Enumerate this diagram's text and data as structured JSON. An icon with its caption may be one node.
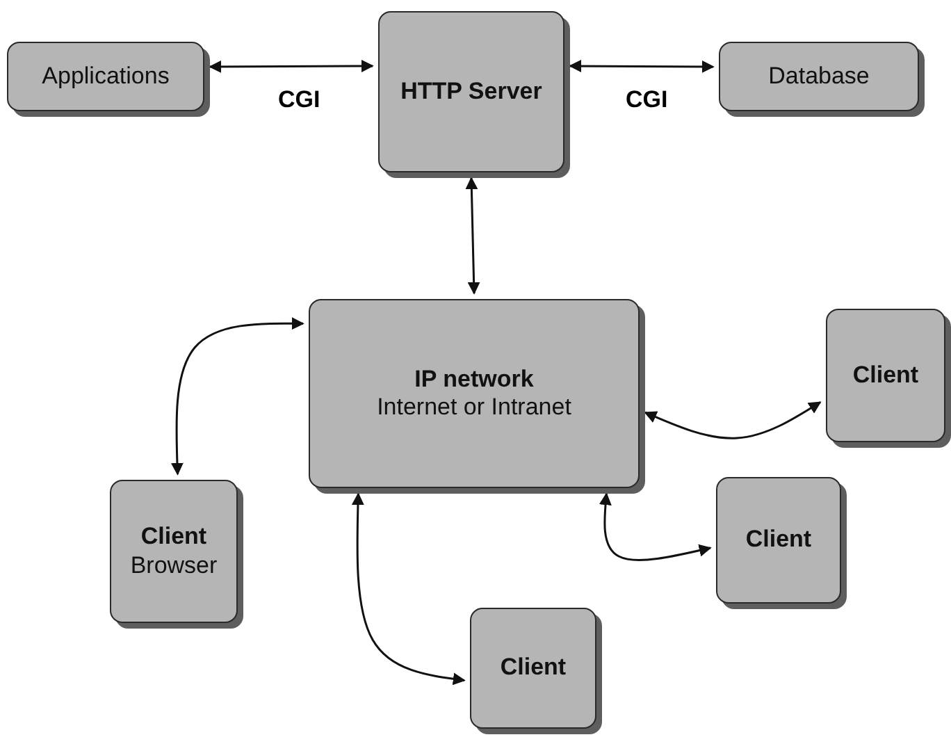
{
  "diagram": {
    "nodes": [
      {
        "text": [
          "Applications"
        ]
      },
      {
        "text": [
          "HTTP Server"
        ]
      },
      {
        "text": [
          "Database"
        ]
      },
      {
        "text": [
          "IP network",
          "Internet or Intranet"
        ]
      },
      {
        "text": [
          "Client"
        ]
      },
      {
        "text": [
          "Client",
          "Browser"
        ]
      },
      {
        "text": [
          "Client"
        ]
      },
      {
        "text": [
          "Client"
        ]
      }
    ],
    "edges": [
      {
        "from": 0,
        "to": 1,
        "arrow": "both",
        "label": "CGI"
      },
      {
        "from": 1,
        "to": 2,
        "arrow": "both",
        "label": "CGI"
      },
      {
        "from": 1,
        "to": 3,
        "arrow": "both"
      },
      {
        "from": 3,
        "to": 4,
        "arrow": "both"
      },
      {
        "from": 3,
        "to": 5,
        "arrow": "both"
      },
      {
        "from": 3,
        "to": 6,
        "arrow": "both"
      },
      {
        "from": 3,
        "to": 7,
        "arrow": "both"
      }
    ]
  }
}
